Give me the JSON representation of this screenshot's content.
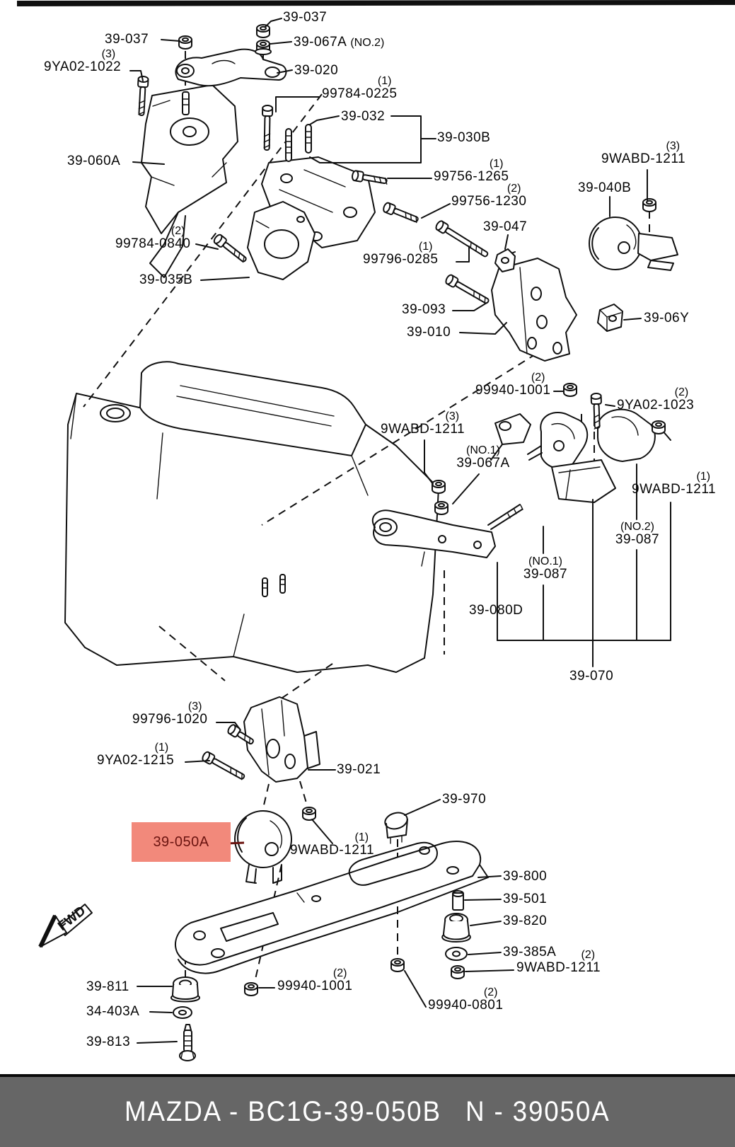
{
  "page": {
    "type": "parts-catalog-diagram",
    "colors": {
      "line": "#101010",
      "background": "#ffffff",
      "highlight_fill": "#f2897b",
      "highlight_text": "#6b1410",
      "footer_bg": "#666666",
      "footer_text": "#ffffff"
    },
    "footer": {
      "left_text": "MAZDA - BC1G-39-050B",
      "right_text": "N - 39050A"
    },
    "fwd_marker": "FWD"
  },
  "diagram": {
    "description": "Engine & transmission mounting exploded parts diagram",
    "highlighted_part": "39-050A",
    "labels": [
      {
        "text": "39-037"
      },
      {
        "text": "39-037"
      },
      {
        "qty": "(3)",
        "text": "9YA02-1022"
      },
      {
        "text": "39-067A",
        "note": "(NO.2)"
      },
      {
        "text": "39-020"
      },
      {
        "qty": "(1)",
        "text": "99784-0225"
      },
      {
        "text": "39-032"
      },
      {
        "text": "39-030B"
      },
      {
        "qty": "(1)",
        "text": "99756-1265"
      },
      {
        "qty": "(2)",
        "text": "99756-1230"
      },
      {
        "qty": "(3)",
        "text": "9WABD-1211"
      },
      {
        "text": "39-040B"
      },
      {
        "text": "39-047"
      },
      {
        "qty": "(1)",
        "text": "99796-0285"
      },
      {
        "text": "39-060A"
      },
      {
        "qty": "(2)",
        "text": "99784-0840"
      },
      {
        "text": "39-035B"
      },
      {
        "text": "39-093"
      },
      {
        "text": "39-010"
      },
      {
        "text": "39-06Y"
      },
      {
        "qty": "(2)",
        "text": "99940-1001"
      },
      {
        "qty": "(2)",
        "text": "9YA02-1023"
      },
      {
        "qty": "(3)",
        "text": "9WABD-1211"
      },
      {
        "note": "(NO.1)",
        "text": "39-067A"
      },
      {
        "qty": "(1)",
        "text": "9WABD-1211"
      },
      {
        "note": "(NO.2)",
        "text": "39-087"
      },
      {
        "note": "(NO.1)",
        "text": "39-087"
      },
      {
        "text": "39-080D"
      },
      {
        "text": "39-070"
      },
      {
        "qty": "(3)",
        "text": "99796-1020"
      },
      {
        "qty": "(1)",
        "text": "9YA02-1215"
      },
      {
        "text": "39-021"
      },
      {
        "text": "39-050A",
        "highlighted": true
      },
      {
        "qty": "(1)",
        "text": "9WABD-1211"
      },
      {
        "text": "39-970"
      },
      {
        "text": "39-800"
      },
      {
        "text": "39-501"
      },
      {
        "text": "39-820"
      },
      {
        "text": "39-385A"
      },
      {
        "qty": "(2)",
        "text": "9WABD-1211"
      },
      {
        "qty": "(2)",
        "text": "99940-0801"
      },
      {
        "text": "39-811"
      },
      {
        "text": "34-403A"
      },
      {
        "text": "39-813"
      },
      {
        "qty": "(2)",
        "text": "99940-1001"
      }
    ]
  }
}
